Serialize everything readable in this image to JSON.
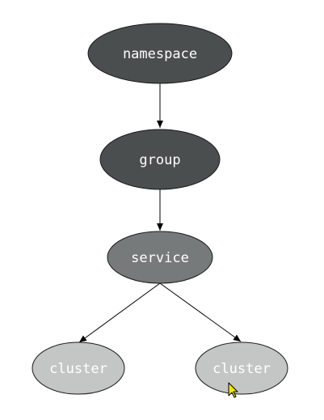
{
  "diagram": {
    "nodes": [
      {
        "id": "namespace",
        "label": "namespace",
        "fill": "#4a4e4e",
        "text_color": "#ffffff"
      },
      {
        "id": "group",
        "label": "group",
        "fill": "#4a4e4e",
        "text_color": "#ffffff"
      },
      {
        "id": "service",
        "label": "service",
        "fill": "#767a7a",
        "text_color": "#ffffff"
      },
      {
        "id": "cluster-left",
        "label": "cluster",
        "fill": "#c4c6c6",
        "text_color": "#ffffff"
      },
      {
        "id": "cluster-right",
        "label": "cluster",
        "fill": "#c4c6c6",
        "text_color": "#ffffff"
      }
    ],
    "edges": [
      {
        "from": "namespace",
        "to": "group"
      },
      {
        "from": "group",
        "to": "service"
      },
      {
        "from": "service",
        "to": "cluster-left"
      },
      {
        "from": "service",
        "to": "cluster-right"
      }
    ],
    "colors": {
      "stroke": "#1a1a1a",
      "edge": "#000000",
      "cursor": "#f2e600"
    }
  }
}
